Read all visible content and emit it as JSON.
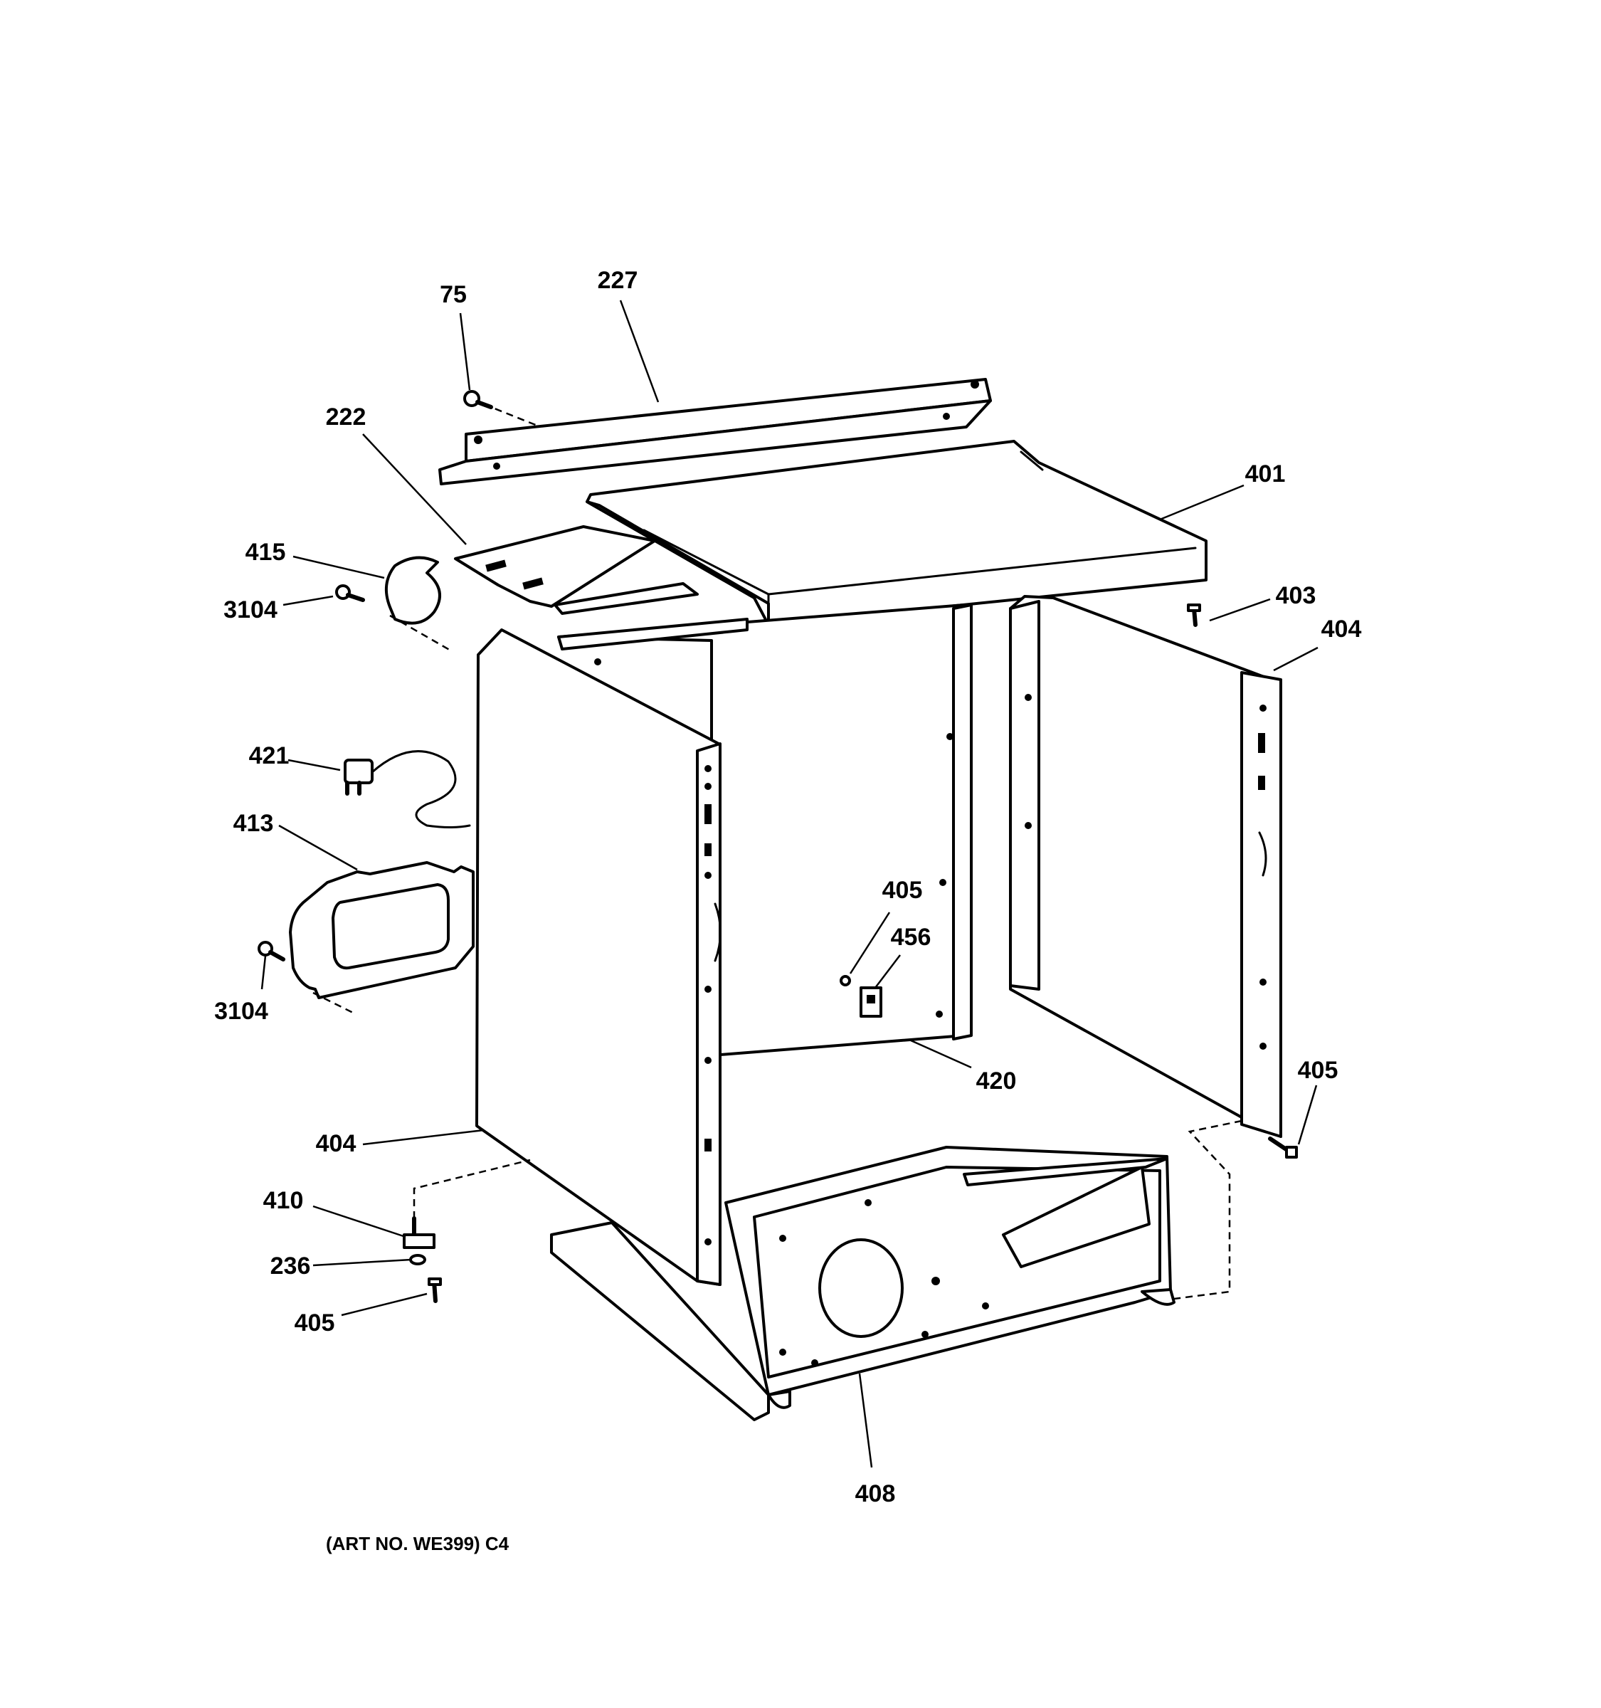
{
  "callouts": [
    {
      "id": "c75",
      "text": "75"
    },
    {
      "id": "c227",
      "text": "227"
    },
    {
      "id": "c222",
      "text": "222"
    },
    {
      "id": "c401",
      "text": "401"
    },
    {
      "id": "c415",
      "text": "415"
    },
    {
      "id": "c3104a",
      "text": "3104"
    },
    {
      "id": "c403",
      "text": "403"
    },
    {
      "id": "c404a",
      "text": "404"
    },
    {
      "id": "c421",
      "text": "421"
    },
    {
      "id": "c413",
      "text": "413"
    },
    {
      "id": "c405a",
      "text": "405"
    },
    {
      "id": "c456",
      "text": "456"
    },
    {
      "id": "c3104b",
      "text": "3104"
    },
    {
      "id": "c420",
      "text": "420"
    },
    {
      "id": "c405b",
      "text": "405"
    },
    {
      "id": "c404b",
      "text": "404"
    },
    {
      "id": "c410",
      "text": "410"
    },
    {
      "id": "c236",
      "text": "236"
    },
    {
      "id": "c405c",
      "text": "405"
    },
    {
      "id": "c408",
      "text": "408"
    }
  ],
  "art_number": "(ART NO. WE399) C4"
}
